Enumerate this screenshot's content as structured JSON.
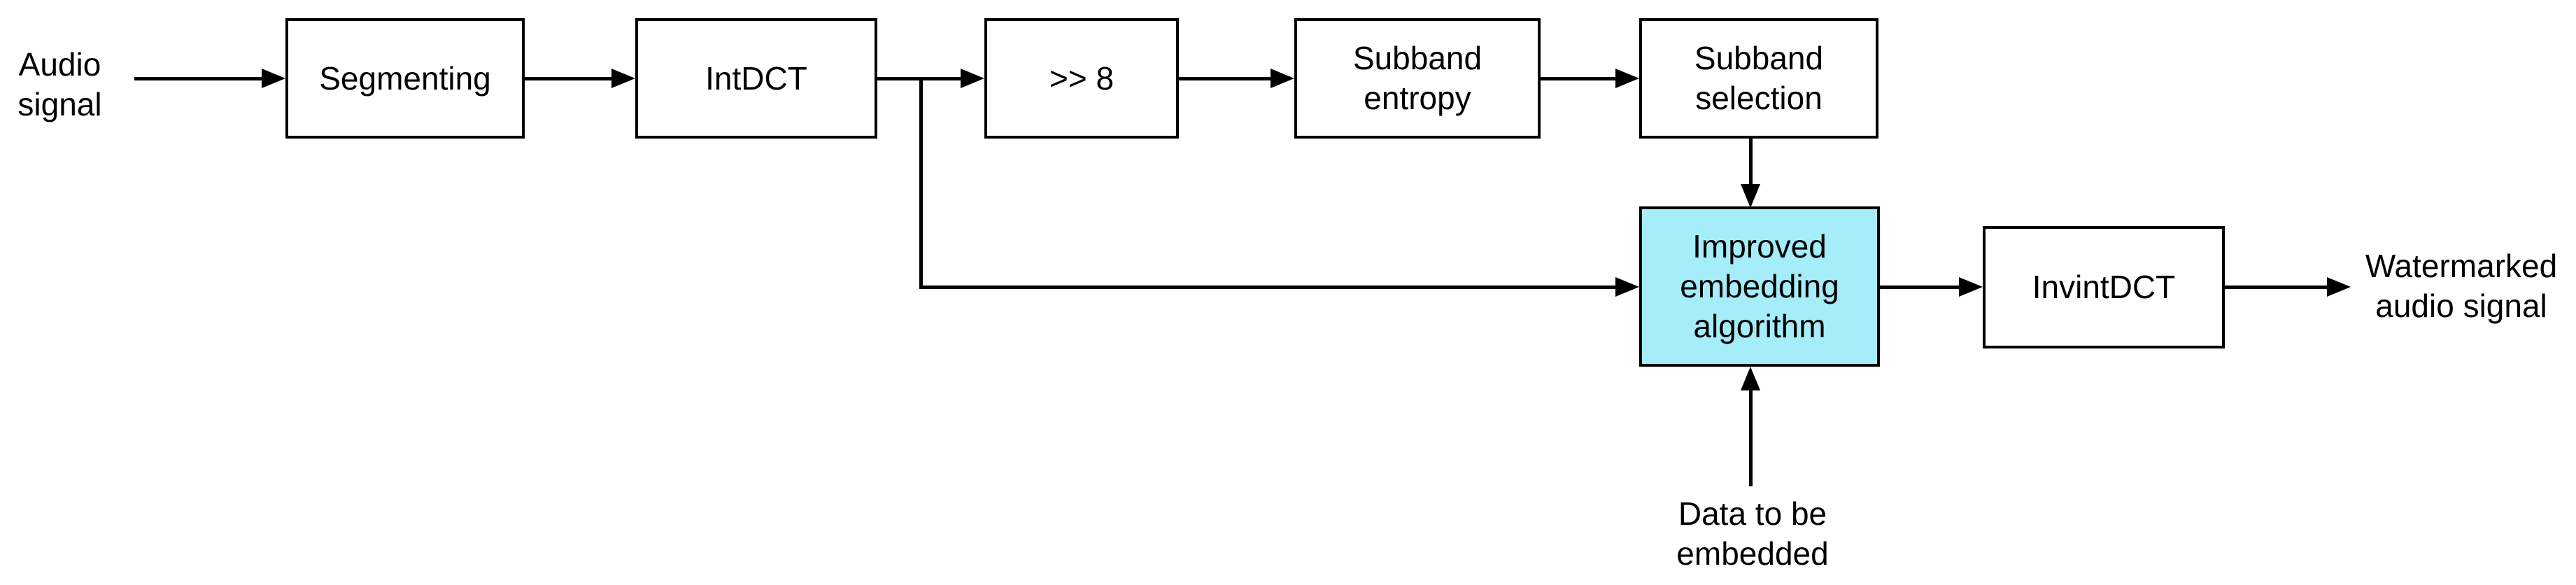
{
  "diagram": {
    "background_color": "#ffffff",
    "line_color": "#000000",
    "box_fill_color": "#ffffff",
    "highlight_fill_color": "#a5eef9"
  },
  "nodes": {
    "segmenting": {
      "lines": [
        "Segmenting"
      ]
    },
    "intdct": {
      "lines": [
        "IntDCT"
      ]
    },
    "shift8": {
      "lines": [
        ">> 8"
      ]
    },
    "subband_entropy": {
      "lines": [
        "Subband",
        "entropy"
      ]
    },
    "subband_selection": {
      "lines": [
        "Subband",
        "selection"
      ]
    },
    "improved_embedding": {
      "lines": [
        "Improved",
        "embedding",
        "algorithm"
      ],
      "highlighted": true
    },
    "invintdct": {
      "lines": [
        "InvintDCT"
      ]
    }
  },
  "io_labels": {
    "audio_input": {
      "lines": [
        "Audio",
        "signal"
      ]
    },
    "watermarked_output": {
      "lines": [
        "Watermarked",
        "audio signal"
      ]
    },
    "data_input": {
      "lines": [
        "Data to be",
        "embedded"
      ]
    }
  }
}
